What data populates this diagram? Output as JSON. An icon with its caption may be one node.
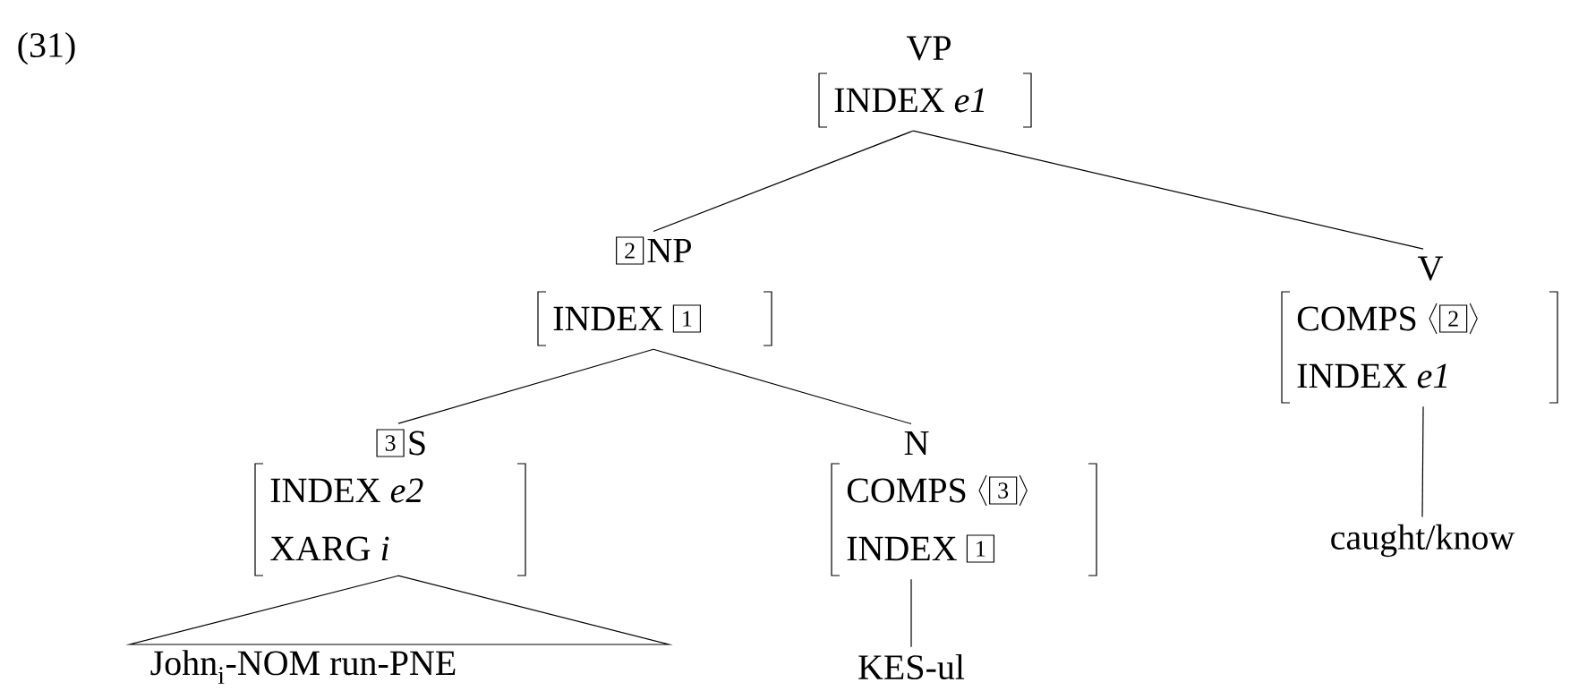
{
  "diagram": {
    "nodes": [
      {
        "text": [
          "VP",
          "INDEX *e1*"
        ]
      },
      {
        "text": [
          "NP",
          "INDEX"
        ]
      },
      {
        "text": [
          "2"
        ],
        "in": 1
      },
      {
        "text": [
          "1"
        ],
        "in": 1
      },
      {
        "text": [
          "V",
          "COMPS",
          "INDEX *e1*"
        ]
      },
      {
        "text": [
          "2"
        ],
        "in": 4
      },
      {
        "text": [
          "S",
          "INDEX *e2*",
          "XARG *i*"
        ]
      },
      {
        "text": [
          "3"
        ],
        "in": 6
      },
      {
        "text": [
          "N",
          "COMPS",
          "INDEX"
        ]
      },
      {
        "text": [
          "3"
        ],
        "in": 8
      },
      {
        "text": [
          "1"
        ],
        "in": 8
      },
      {
        "text": [
          "John$_{i}$-NOM run-PNE"
        ]
      },
      {
        "text": [
          "KES-ul"
        ]
      },
      {
        "text": [
          "caught/know"
        ]
      }
    ],
    "edges": [
      {
        "from": 0,
        "to": 1,
        "arrow": "none"
      },
      {
        "from": 0,
        "to": 4,
        "arrow": "none"
      },
      {
        "from": 1,
        "to": 6,
        "arrow": "none"
      },
      {
        "from": 1,
        "to": 8,
        "arrow": "none"
      },
      {
        "from": 6,
        "to": 11,
        "arrow": "none"
      },
      {
        "from": 8,
        "to": 12,
        "arrow": "none"
      },
      {
        "from": 4,
        "to": 13,
        "arrow": "none"
      }
    ],
    "labels": [
      "(31)"
    ]
  }
}
